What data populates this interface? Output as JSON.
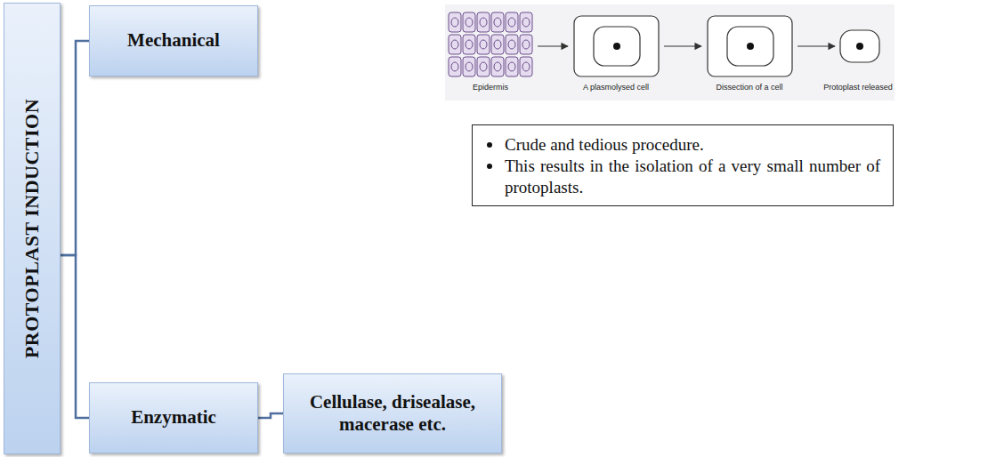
{
  "diagram": {
    "nodes": [
      {
        "text": [
          "PROTOPLAST INDUCTION"
        ]
      },
      {
        "text": [
          "Mechanical"
        ]
      },
      {
        "text": [
          "Enzymatic"
        ]
      },
      {
        "text": [
          "Cellulase, drisealase, macerase etc."
        ]
      },
      {
        "text": [
          "Crude and tedious procedure.",
          "This results in the isolation of a very small number of protoplasts."
        ]
      }
    ],
    "edges": [
      {
        "from": 0,
        "to": 1,
        "arrow": "none"
      },
      {
        "from": 0,
        "to": 2,
        "arrow": "none"
      },
      {
        "from": 2,
        "to": 3,
        "arrow": "none"
      }
    ],
    "labels": [
      "Epidermis",
      "A plasmolysed cell",
      "Dissection of a cell",
      "Protoplast released"
    ]
  }
}
